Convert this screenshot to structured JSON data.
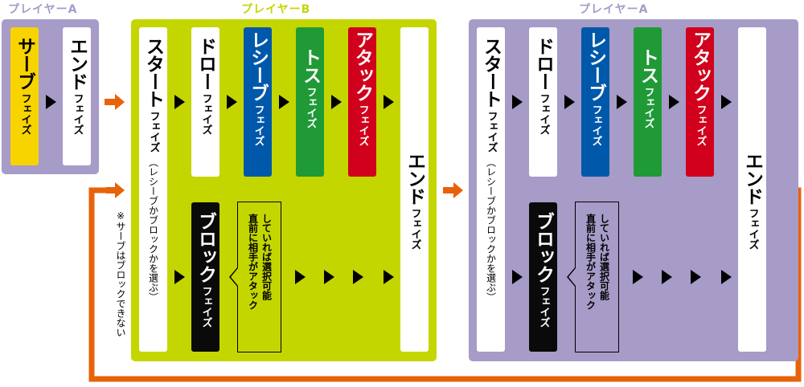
{
  "players": {
    "first": "プレイヤーA",
    "second": "プレイヤーB",
    "third": "プレイヤーA"
  },
  "phase_suffix": "フェイズ",
  "intro": {
    "serve": "サーブ",
    "end": "エンド"
  },
  "turn": {
    "start": "スタート",
    "start_note": "（レシーブかブロックかを選ぶ）",
    "draw": "ドロー",
    "receive": "レシーブ",
    "toss": "トス",
    "attack": "アタック",
    "end": "エンド",
    "block": "ブロック",
    "callout_line1": "直前に相手がアタック",
    "callout_line2": "していれば選択可能"
  },
  "serve_note": "※サーブはブロックできない",
  "colors": {
    "purple": "#a79bc8",
    "lime": "#c4d600",
    "orange": "#e8620a",
    "serve": "#f7d300",
    "receive": "#0058aa",
    "toss": "#1f9a37",
    "attack": "#d1001c",
    "block": "#0a0a0a"
  }
}
